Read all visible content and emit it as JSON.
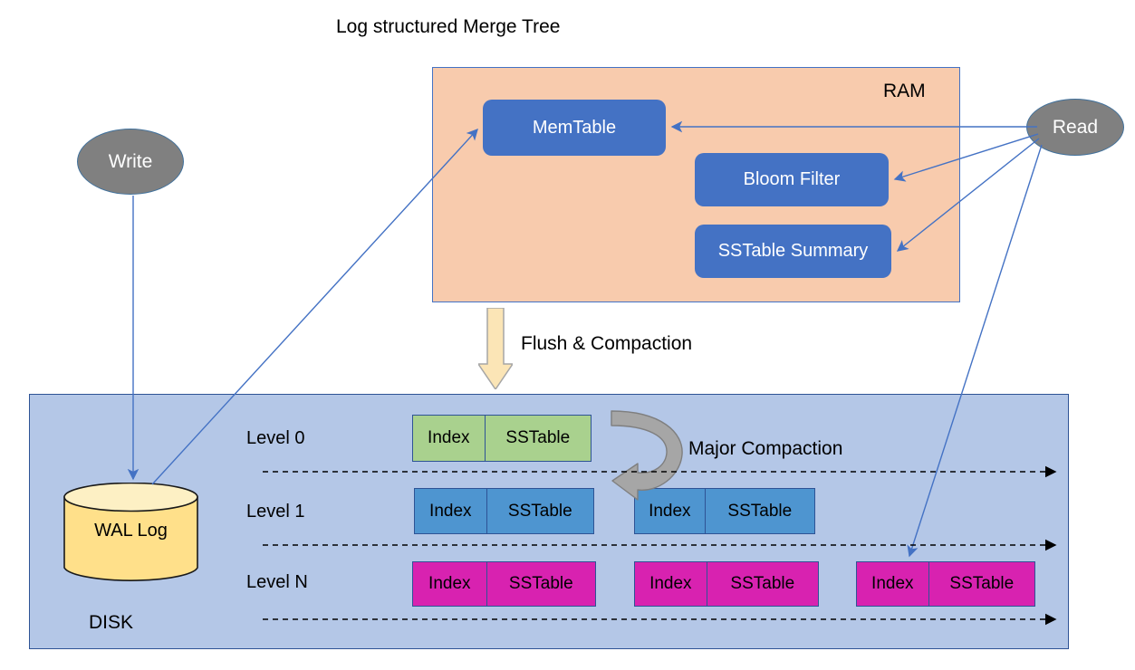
{
  "title": "Log structured Merge Tree",
  "ram": {
    "label": "RAM",
    "components": [
      {
        "name": "memtable",
        "label": "MemTable"
      },
      {
        "name": "bloom-filter",
        "label": "Bloom Filter"
      },
      {
        "name": "sstable-summary",
        "label": "SSTable Summary"
      }
    ]
  },
  "actors": {
    "write": "Write",
    "read": "Read"
  },
  "flush": {
    "label": "Flush & Compaction"
  },
  "disk": {
    "label": "DISK",
    "wal": "WAL Log",
    "major_compaction": "Major Compaction",
    "levels": [
      {
        "name": "level-0",
        "label": "Level 0",
        "color": "#A9D18E",
        "tables": [
          {
            "index": "Index",
            "sstable": "SSTable"
          }
        ]
      },
      {
        "name": "level-1",
        "label": "Level 1",
        "color": "#4E95D0",
        "tables": [
          {
            "index": "Index",
            "sstable": "SSTable"
          },
          {
            "index": "Index",
            "sstable": "SSTable"
          }
        ]
      },
      {
        "name": "level-n",
        "label": "Level N",
        "color": "#D822B0",
        "tables": [
          {
            "index": "Index",
            "sstable": "SSTable"
          },
          {
            "index": "Index",
            "sstable": "SSTable"
          },
          {
            "index": "Index",
            "sstable": "SSTable"
          }
        ]
      }
    ]
  },
  "colors": {
    "ram_fill": "#F8CBAD",
    "disk_fill": "#B4C7E7",
    "component_fill": "#4472C4",
    "actor_fill": "#808080",
    "wal_fill": "#FFE08A",
    "level0_fill": "#A9D18E",
    "level1_fill": "#4E95D0",
    "leveln_fill": "#D822B0",
    "flush_arrow_fill": "#FBE5B6",
    "compaction_arrow_fill": "#A6A6A6",
    "connector_stroke": "#4472C4"
  }
}
